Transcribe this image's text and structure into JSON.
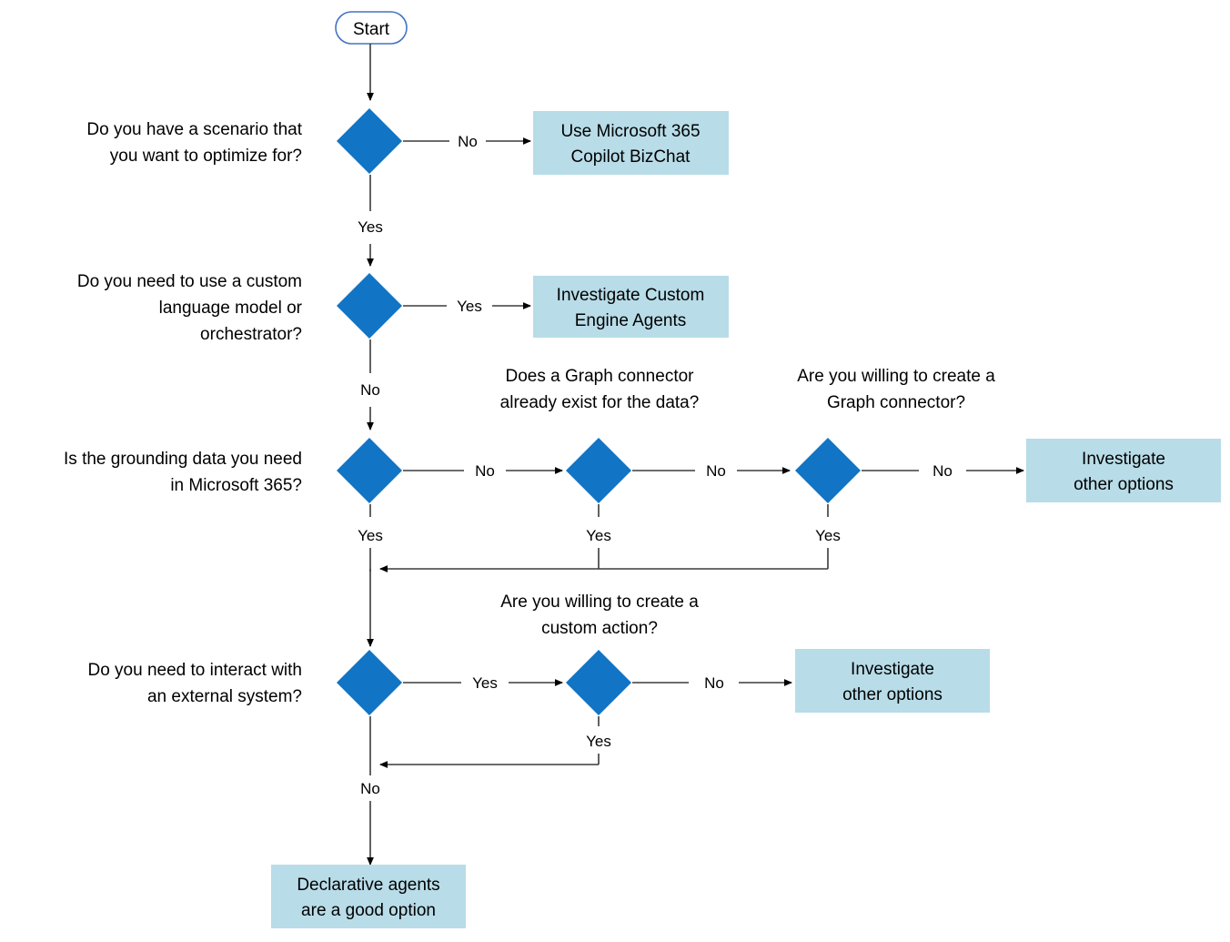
{
  "diagram": {
    "title": "Microsoft 365 Copilot extensibility decision flowchart",
    "colors": {
      "decision_fill": "#1174c4",
      "result_fill": "#b8dce8",
      "start_stroke": "#4573c4",
      "line": "#3b3b3b",
      "text": "#000000"
    },
    "start": {
      "label": "Start"
    },
    "questions": {
      "q1_line1": "Do you have a scenario that",
      "q1_line2": "you want to optimize for?",
      "q2_line1": "Do you need to use a custom",
      "q2_line2": "language model or",
      "q2_line3": "orchestrator?",
      "q3_line1": "Is the grounding data you need",
      "q3_line2": "in Microsoft 365?",
      "q4_line1": "Does a Graph connector",
      "q4_line2": "already exist for the data?",
      "q5_line1": "Are you willing to create a",
      "q5_line2": "Graph connector?",
      "q6_line1": "Do you need to interact with",
      "q6_line2": "an external system?",
      "q7_line1": "Are you willing to create a",
      "q7_line2": "custom action?"
    },
    "results": {
      "r1_line1": "Use Microsoft 365",
      "r1_line2": "Copilot BizChat",
      "r2_line1": "Investigate Custom",
      "r2_line2": "Engine Agents",
      "r3_line1": "Investigate",
      "r3_line2": "other options",
      "r4_line1": "Investigate",
      "r4_line2": "other options",
      "r5_line1": "Declarative agents",
      "r5_line2": "are a good option"
    },
    "edge_labels": {
      "e1_no": "No",
      "e1_yes": "Yes",
      "e2_yes": "Yes",
      "e2_no": "No",
      "e3_no": "No",
      "e3_yes": "Yes",
      "e4_no": "No",
      "e4_yes": "Yes",
      "e5_no": "No",
      "e5_yes": "Yes",
      "e6_yes": "Yes",
      "e6_no": "No",
      "e7_no": "No",
      "e7_yes": "Yes"
    }
  }
}
